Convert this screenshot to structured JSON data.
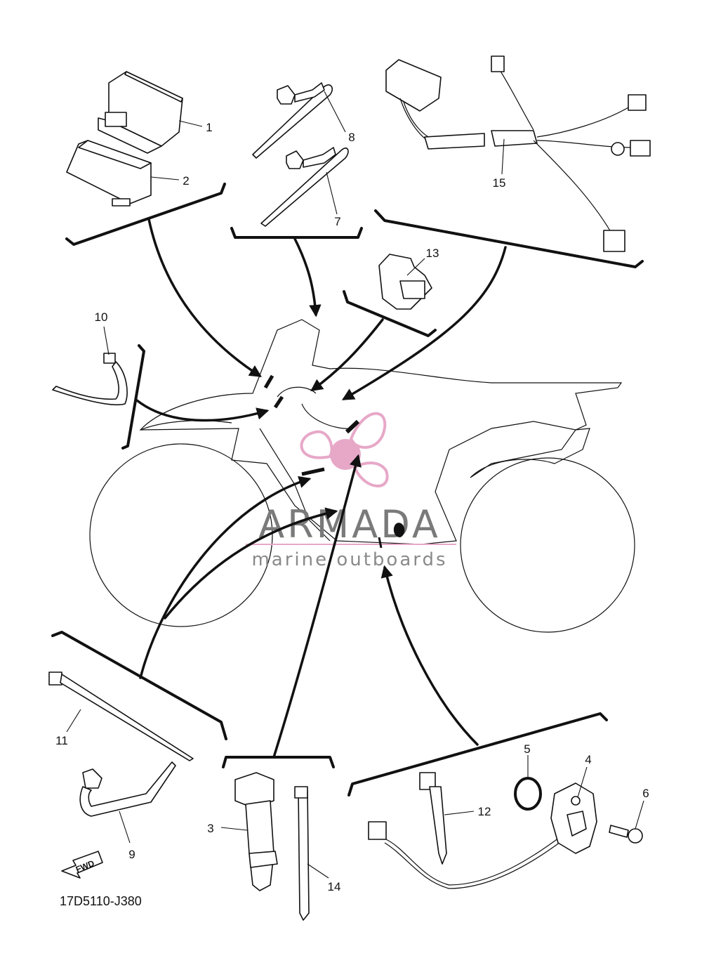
{
  "diagram": {
    "drawing_code": "17D5110-J380",
    "direction_tag": "FWD",
    "watermark": {
      "brand": "ARMADA",
      "tagline": "marine outboards",
      "logo_color": "#e7a8c8"
    },
    "callouts": [
      "1",
      "2",
      "3",
      "4",
      "5",
      "6",
      "7",
      "8",
      "9",
      "10",
      "11",
      "12",
      "13",
      "14",
      "15"
    ]
  }
}
